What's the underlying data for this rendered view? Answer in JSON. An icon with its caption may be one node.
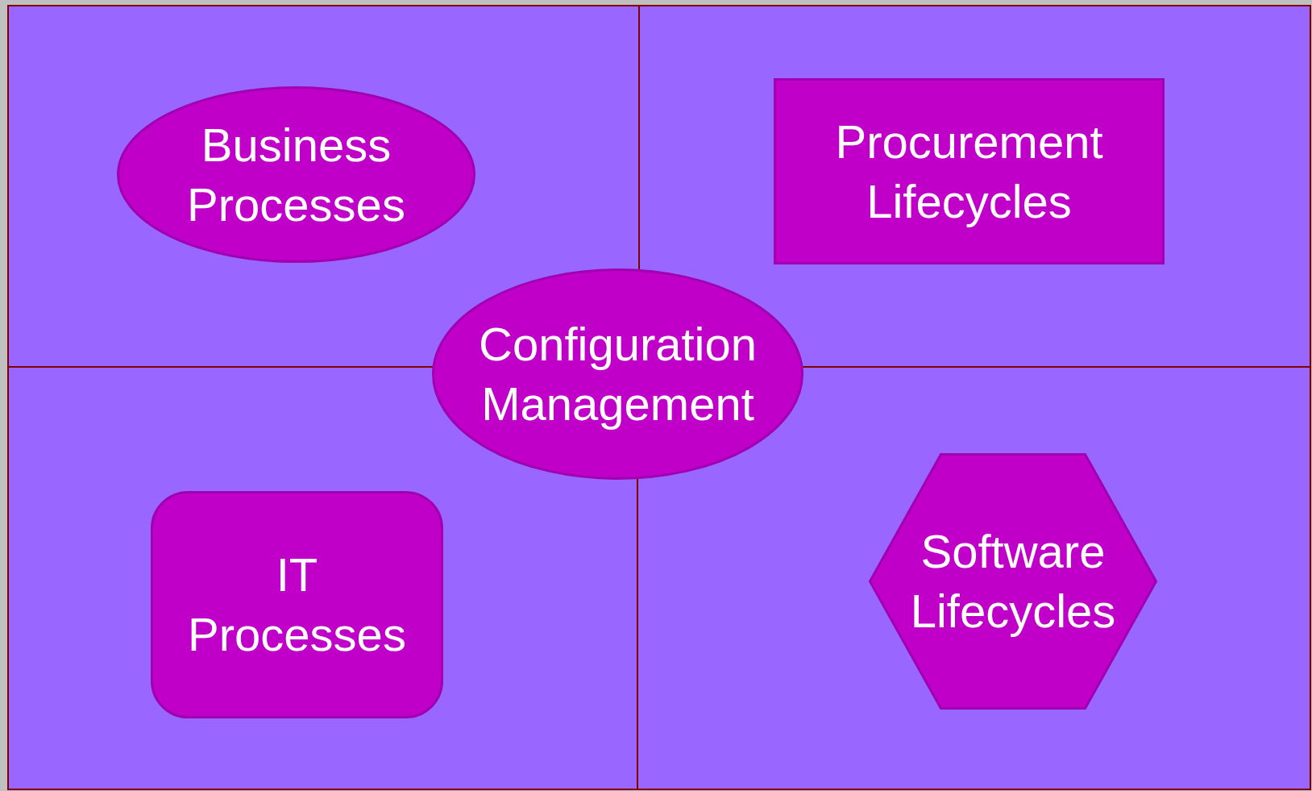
{
  "diagram": {
    "nodes": [
      {
        "text": [
          "Business Processes"
        ]
      },
      {
        "text": [
          "Procurement Lifecycles"
        ]
      },
      {
        "text": [
          "Configuration Management"
        ]
      },
      {
        "text": [
          "IT Processes"
        ]
      },
      {
        "text": [
          "Software Lifecycles"
        ]
      }
    ]
  }
}
